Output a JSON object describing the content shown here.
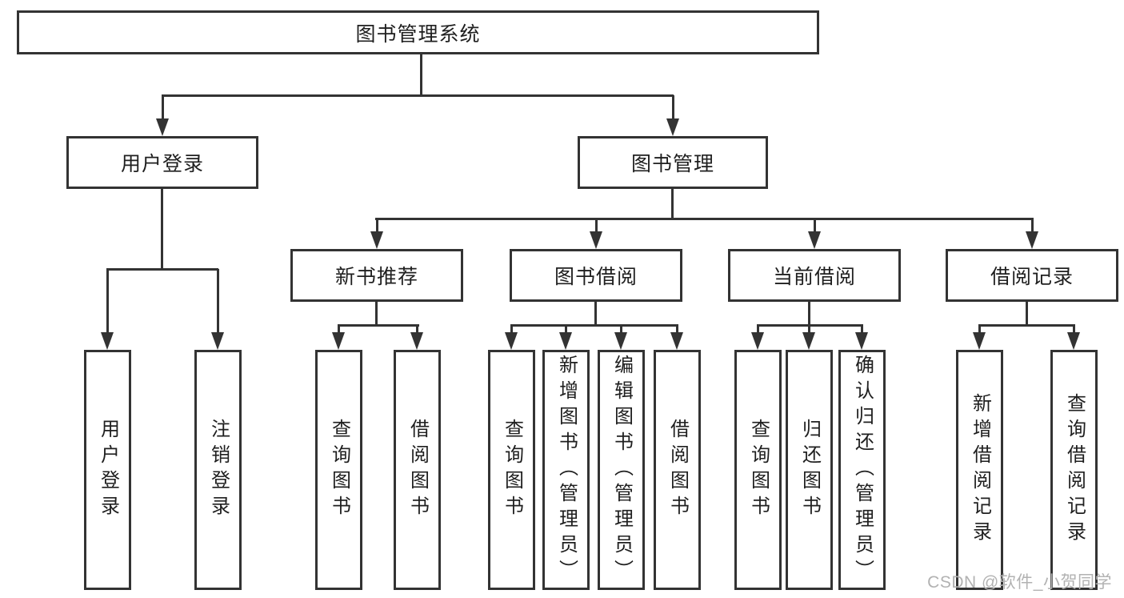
{
  "colors": {
    "line": "#333333",
    "text": "#1f1f1f",
    "watermark": "#b2b2b2",
    "background": "#ffffff",
    "box_bg": "#ffffff"
  },
  "nodes": {
    "root": {
      "label": "图书管理系统"
    },
    "user_login_branch": {
      "label": "用户登录"
    },
    "book_management": {
      "label": "图书管理"
    },
    "new_book_recommend": {
      "label": "新书推荐"
    },
    "book_borrowing": {
      "label": "图书借阅"
    },
    "current_borrowing": {
      "label": "当前借阅"
    },
    "borrowing_records": {
      "label": "借阅记录"
    },
    "leaf_user_login": {
      "label": "用户登录"
    },
    "leaf_logout": {
      "label": "注销登录"
    },
    "leaf_query_book_recommend": {
      "label": "查询图书"
    },
    "leaf_borrow_book_recommend": {
      "label": "借阅图书"
    },
    "leaf_query_book_borrowing": {
      "label": "查询图书"
    },
    "leaf_add_book_admin": {
      "label": "新增图书（管理员）"
    },
    "leaf_edit_book_admin": {
      "label": "编辑图书（管理员）"
    },
    "leaf_borrow_book_borrowing": {
      "label": "借阅图书"
    },
    "leaf_query_book_current": {
      "label": "查询图书"
    },
    "leaf_return_book": {
      "label": "归还图书"
    },
    "leaf_confirm_return_admin": {
      "label": "确认归还（管理员）"
    },
    "leaf_add_borrow_record": {
      "label": "新增借阅记录"
    },
    "leaf_query_borrow_record": {
      "label": "查询借阅记录"
    }
  },
  "watermark": {
    "text": "CSDN @软件_小贺同学"
  }
}
